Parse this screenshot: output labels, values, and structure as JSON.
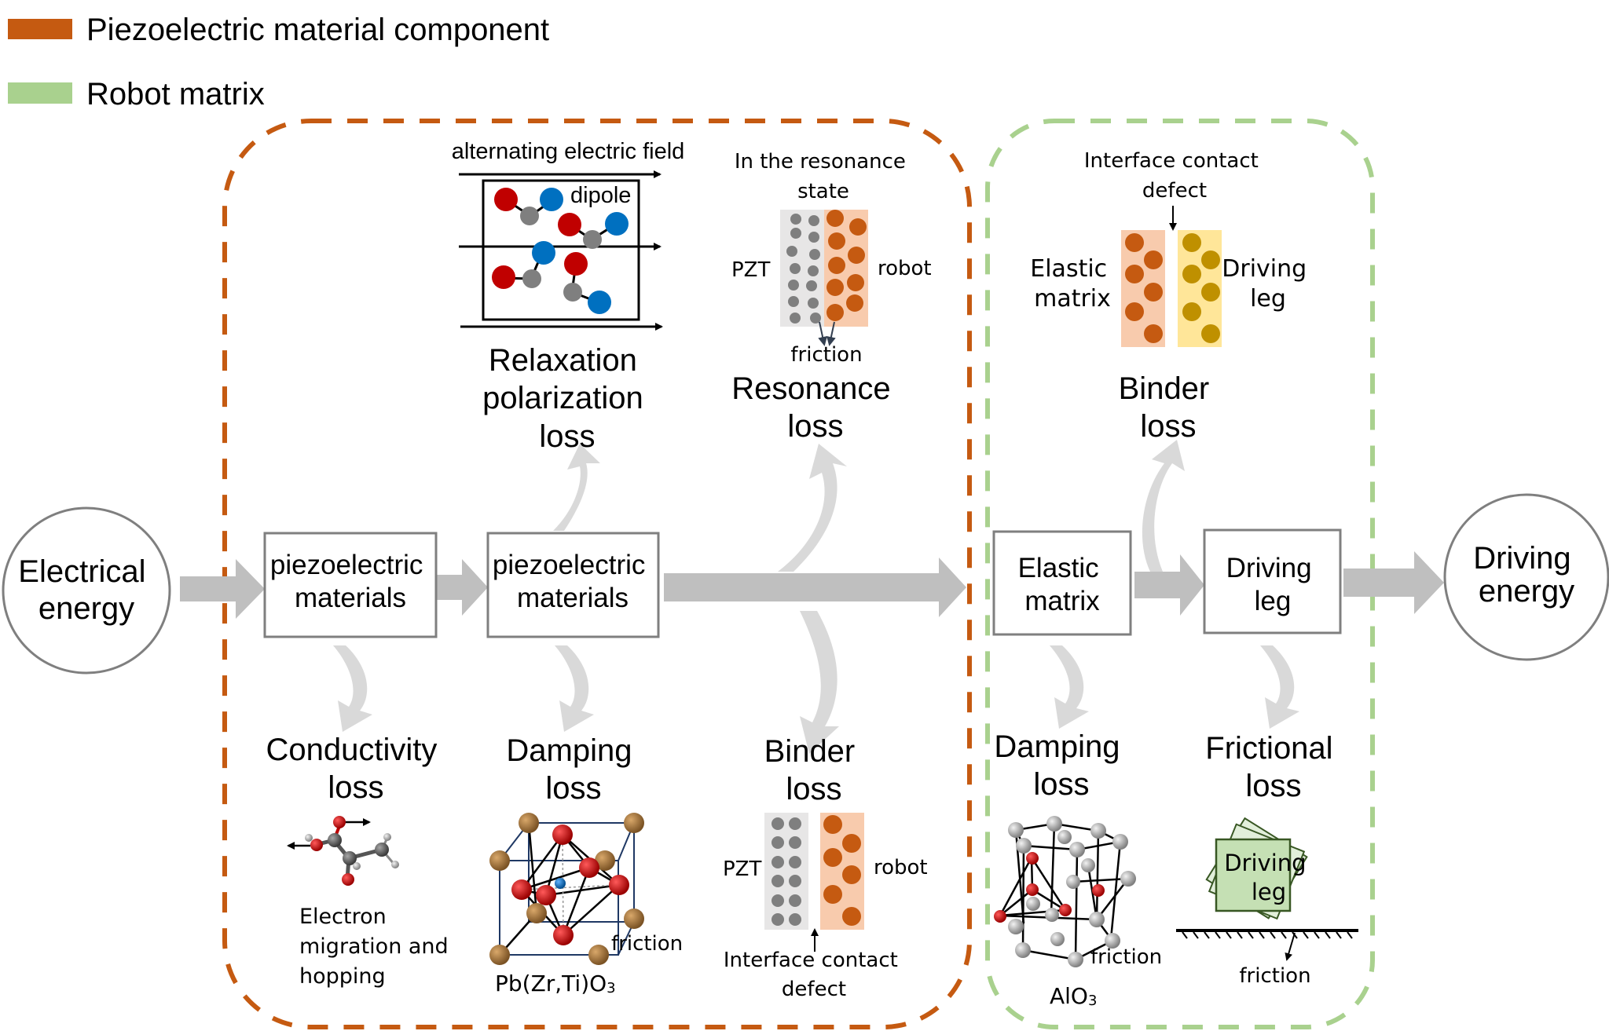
{
  "legend": [
    {
      "label": "Piezoelectric material component",
      "color": "#c55a11"
    },
    {
      "label": "Robot matrix",
      "color": "#a9d18e"
    }
  ],
  "colors": {
    "piezo": "#c55a11",
    "piezo_light": "#f8cbad",
    "robot": "#a9d18e",
    "robot_light": "#c5e0b4",
    "leg_dot": "#bf9000",
    "leg_light": "#ffe699",
    "flow_arrow": "#bfbfbf",
    "loss_arrow": "#d9d9d9",
    "pzt_dot": "#7f7f7f",
    "pzt_light": "#e7e6e6",
    "dipole_red": "#c00000",
    "dipole_blue": "#0070c0"
  },
  "flow": {
    "start": [
      "Electrical",
      "energy"
    ],
    "nodes": [
      {
        "id": "piezo1",
        "lines": [
          "piezoelectric",
          "materials"
        ]
      },
      {
        "id": "piezo2",
        "lines": [
          "piezoelectric",
          "materials"
        ]
      },
      {
        "id": "elastic",
        "lines": [
          "Elastic",
          "matrix"
        ]
      },
      {
        "id": "leg",
        "lines": [
          "Driving",
          "leg"
        ]
      }
    ],
    "end": [
      "Driving",
      "energy"
    ]
  },
  "losses": {
    "relaxation": {
      "title": [
        "Relaxation",
        "polarization",
        "loss"
      ],
      "field_label": "alternating electric field",
      "dipole_label": "dipole"
    },
    "resonance": {
      "title": [
        "Resonance",
        "loss"
      ],
      "state_label": [
        "In the resonance",
        "state"
      ],
      "left_label": "PZT",
      "right_label": "robot",
      "bottom_label": "friction"
    },
    "binder_top": {
      "title": [
        "Binder",
        "loss"
      ],
      "defect_label": [
        "Interface contact",
        "defect"
      ],
      "left_label": [
        "Elastic",
        "matrix"
      ],
      "right_label": [
        "Driving",
        "leg"
      ]
    },
    "conductivity": {
      "title": [
        "Conductivity",
        "loss"
      ],
      "caption": [
        "Electron",
        "migration and",
        "hopping"
      ]
    },
    "damping_pzt": {
      "title": [
        "Damping",
        "loss"
      ],
      "friction_label": "friction",
      "formula": "Pb(Zr,Ti)O",
      "formula_sub": "3"
    },
    "binder_bottom": {
      "title": [
        "Binder",
        "loss"
      ],
      "left_label": "PZT",
      "right_label": "robot",
      "defect_label": [
        "Interface contact",
        "defect"
      ]
    },
    "damping_robot": {
      "title": [
        "Damping",
        "loss"
      ],
      "friction_label": "friction",
      "formula": "AlO",
      "formula_sub": "3"
    },
    "frictional": {
      "title": [
        "Frictional",
        "loss"
      ],
      "leg_label": [
        "Driving",
        "leg"
      ],
      "friction_label": "friction"
    }
  }
}
